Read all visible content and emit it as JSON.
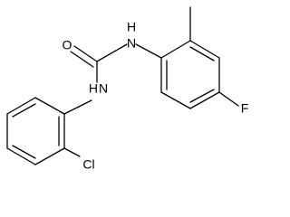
{
  "molecule": {
    "atom_labels": {
      "oxygen": "O",
      "nitrogen_left": "N",
      "hydrogen_left": "H",
      "nitrogen_right": "N",
      "hydrogen_right": "H",
      "fluorine": "F",
      "chlorine": "Cl"
    }
  }
}
